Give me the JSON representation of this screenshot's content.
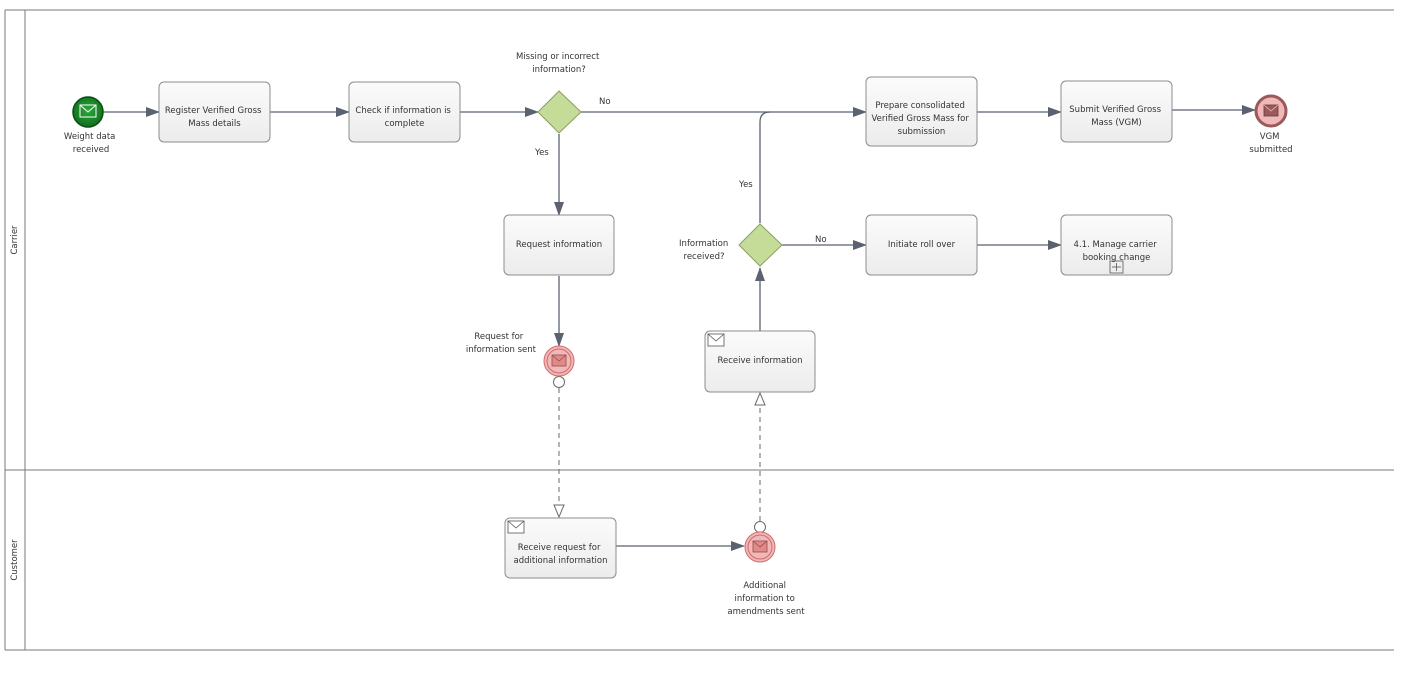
{
  "pool": {
    "lanes": [
      {
        "id": "carrier",
        "label": "Carrier"
      },
      {
        "id": "customer",
        "label": "Customer"
      }
    ]
  },
  "events": {
    "start": {
      "label_lines": [
        "Weight data",
        "received"
      ],
      "icon": "envelope-icon",
      "color": "#1e8a2a"
    },
    "request_sent": {
      "label_lines": [
        "Request for",
        "information sent"
      ],
      "icon": "envelope-icon",
      "color": "#e8a0a0"
    },
    "vgm_submitted": {
      "label_lines": [
        "VGM",
        "submitted"
      ],
      "icon": "envelope-icon",
      "color": "#e8a0a0"
    },
    "additional_sent": {
      "label_lines": [
        "Additional",
        "information to",
        "amendments sent"
      ],
      "icon": "envelope-icon",
      "color": "#e8a0a0"
    }
  },
  "tasks": {
    "register": {
      "lines": [
        "Register Verified Gross",
        "Mass details"
      ]
    },
    "check": {
      "lines": [
        "Check if information is",
        "complete"
      ]
    },
    "request": {
      "lines": [
        "Request information"
      ]
    },
    "prepare": {
      "lines": [
        "Prepare consolidated",
        "Verified Gross Mass for",
        "submission"
      ]
    },
    "submit": {
      "lines": [
        "Submit Verified Gross",
        "Mass (VGM)"
      ]
    },
    "rollover": {
      "lines": [
        "Initiate roll over"
      ]
    },
    "manage": {
      "lines": [
        "4.1. Manage carrier",
        "booking change"
      ]
    },
    "receive_info": {
      "lines": [
        "Receive information"
      ]
    },
    "receive_request": {
      "lines": [
        "Receive request for",
        "additional information"
      ]
    }
  },
  "gateways": {
    "missing": {
      "label_lines": [
        "Missing or incorrect",
        "information?"
      ],
      "color": "#c4dc98"
    },
    "received": {
      "label_lines": [
        "Information",
        "received?"
      ],
      "color": "#c4dc98"
    }
  },
  "flow_labels": {
    "missing_no": "No",
    "missing_yes": "Yes",
    "received_yes": "Yes",
    "received_no": "No"
  }
}
